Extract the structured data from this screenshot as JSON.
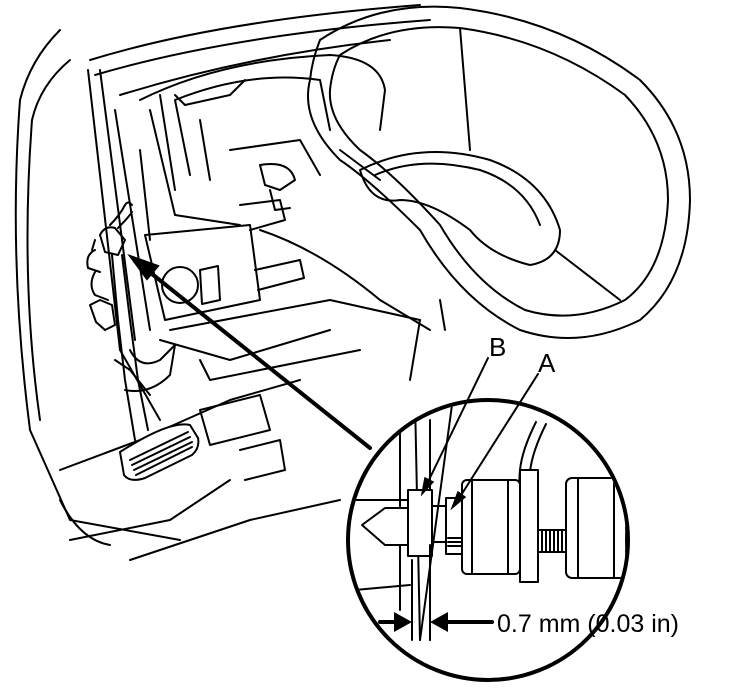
{
  "diagram": {
    "labels": {
      "part_a": "A",
      "part_b": "B",
      "clearance": "0.7 mm (0.03 in)"
    },
    "icons": {
      "left_arrowhead": "arrow-right-icon",
      "right_arrowhead": "arrow-left-icon"
    },
    "colors": {
      "line": "#000000",
      "background": "#ffffff"
    }
  }
}
